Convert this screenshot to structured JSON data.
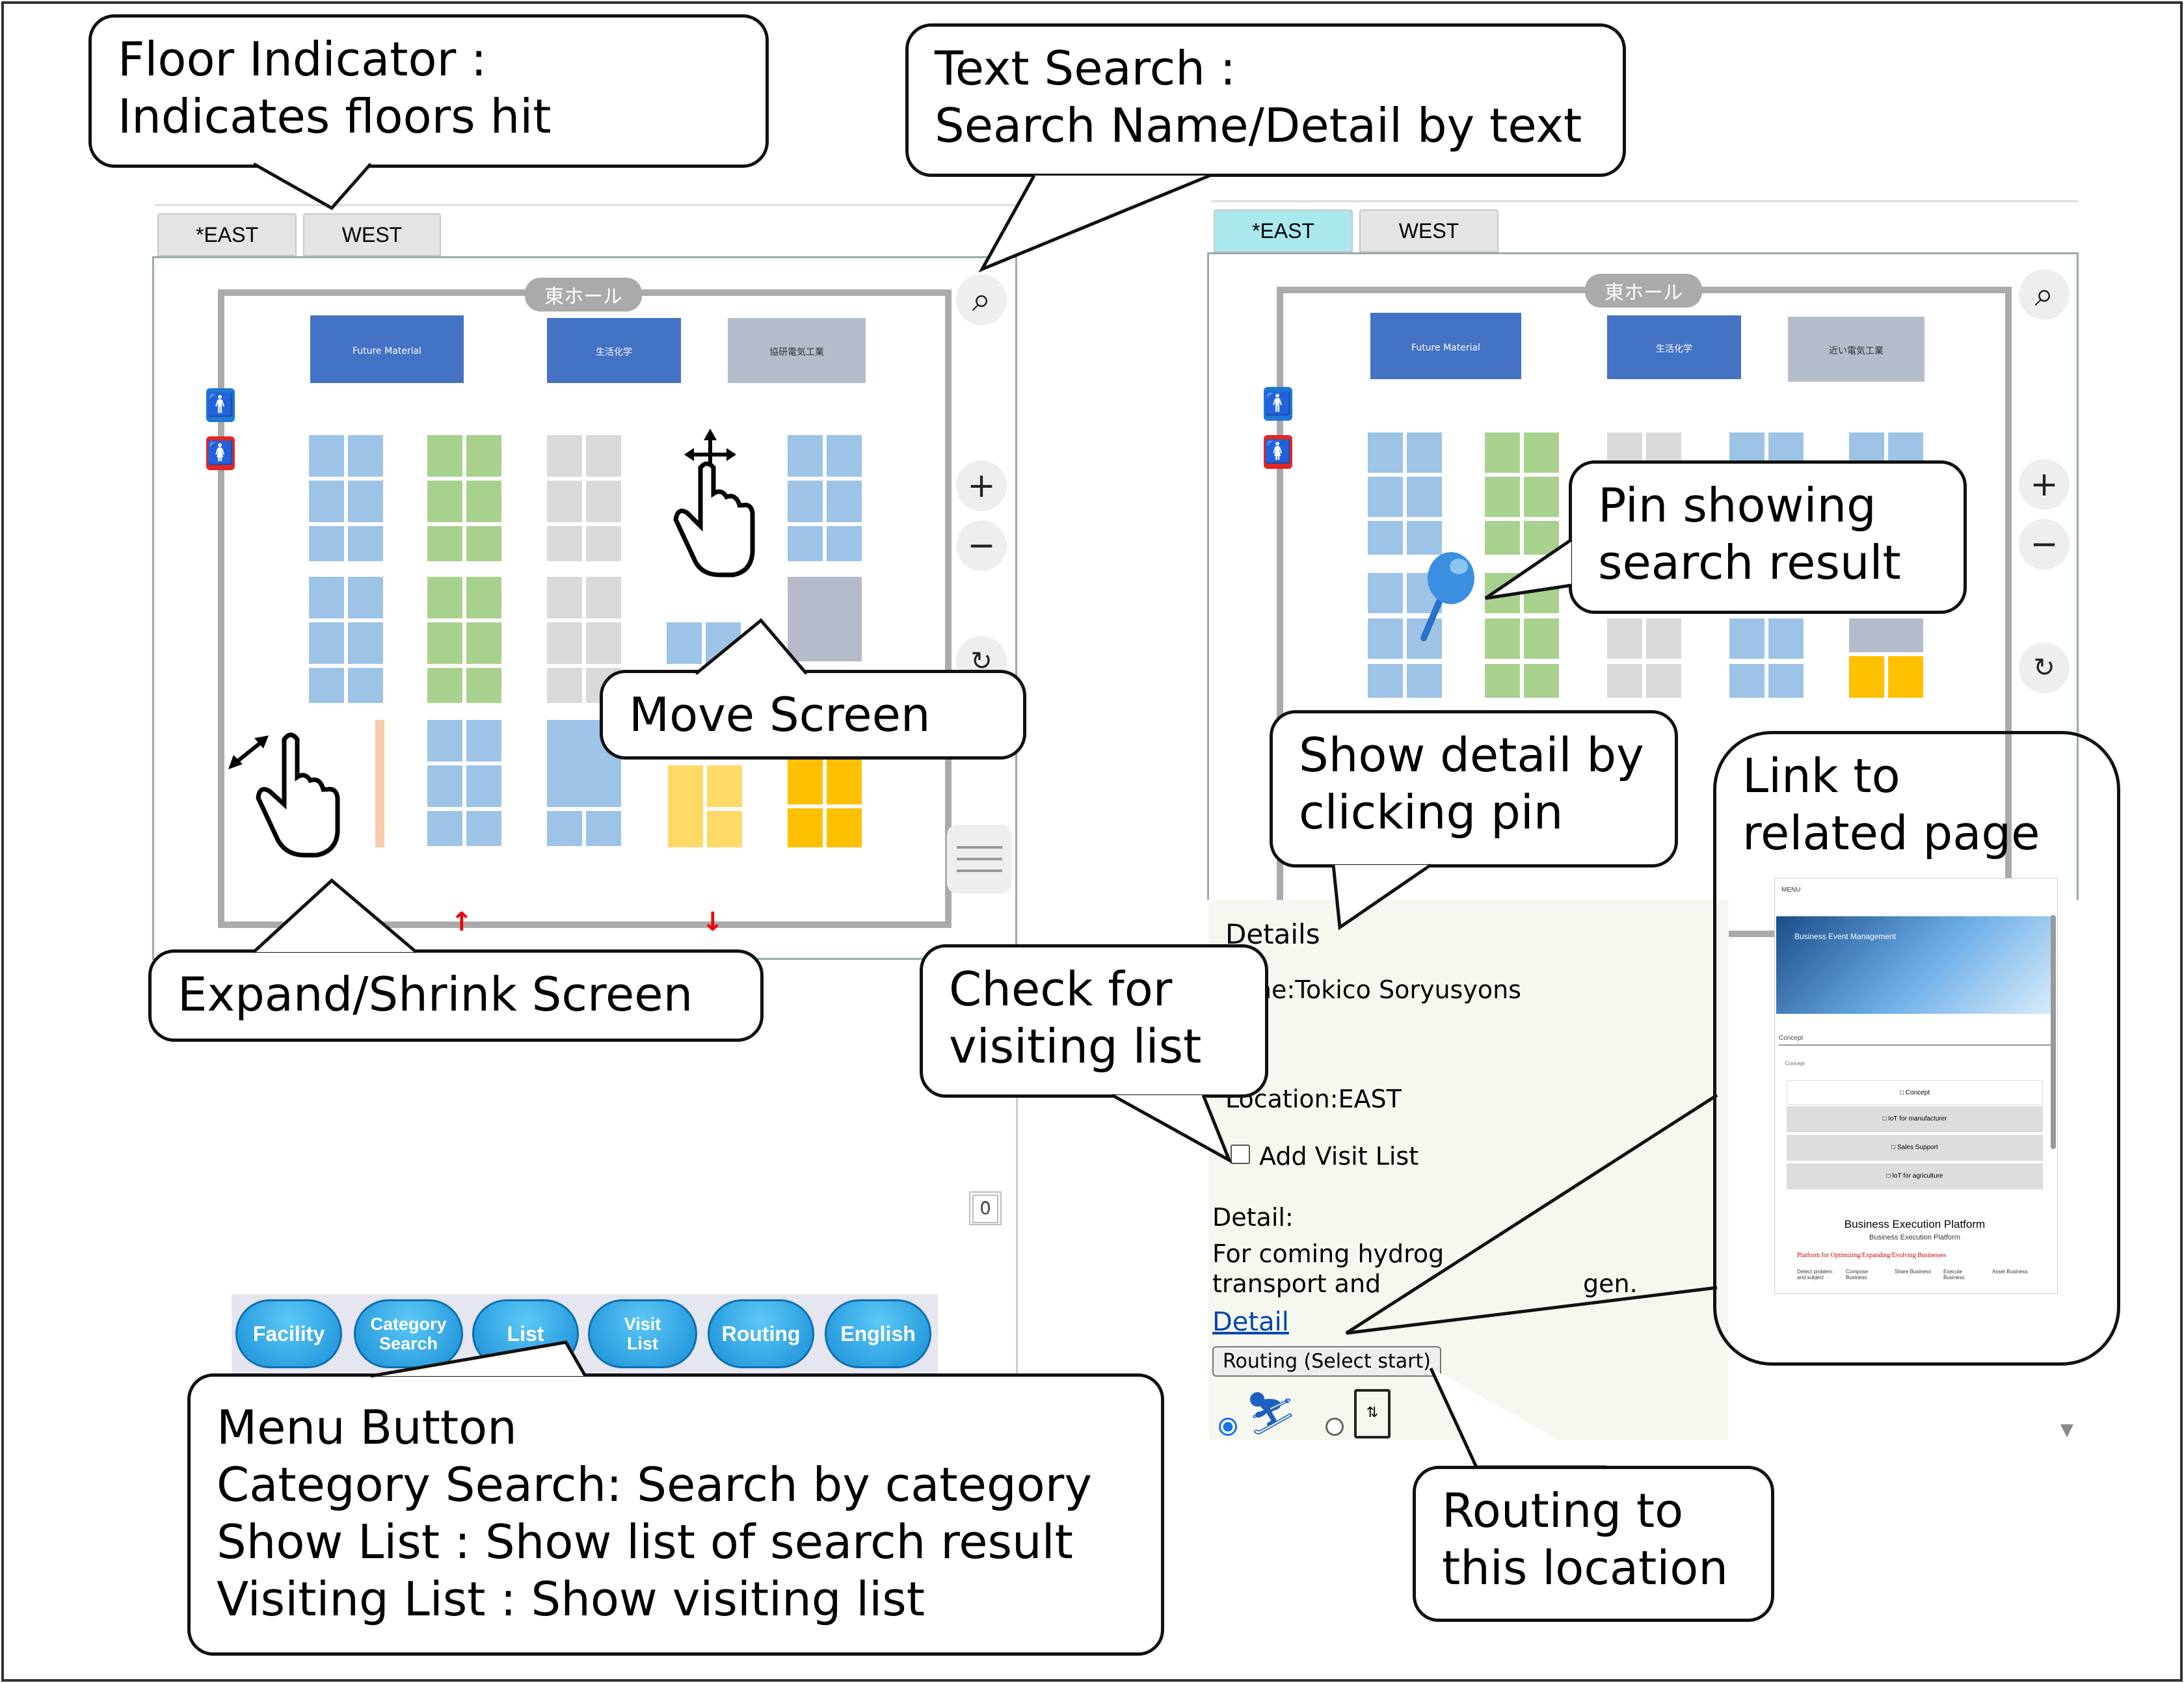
{
  "left_panel": {
    "tabs": [
      {
        "label": "*EAST",
        "active": false
      },
      {
        "label": "WEST",
        "active": false
      }
    ],
    "hall_label": "東ホール",
    "blocks_top": [
      "Future Material",
      "生活化学",
      "協研電気工業"
    ],
    "zoom_in": "+",
    "zoom_out": "−",
    "counter": "0"
  },
  "right_panel": {
    "tabs": [
      {
        "label": "*EAST",
        "active": true
      },
      {
        "label": "WEST",
        "active": false
      }
    ],
    "hall_label": "東ホール",
    "blocks_top": [
      "Future Material",
      "生活化学",
      "近い電気工業"
    ],
    "details": {
      "heading": "Details",
      "name": "me:Tokico Soryusyons",
      "location": "Location:EAST",
      "add_visit": "Add Visit List",
      "detail_label": "Detail:",
      "detail_line1": "For coming hydrog",
      "detail_line2": "transport and",
      "detail_line2_tail": "gen.",
      "detail_link": "Detail",
      "routing_button": "Routing (Select start)"
    },
    "mini_page": {
      "menu": "MENU",
      "banner": "Business Event Management",
      "concept_header": "Concept",
      "concept_sub": "Concept",
      "items": [
        "Concept",
        "IoT for manufacturer",
        "Sales Support",
        "IoT for agriculture"
      ],
      "bep_title": "Business Execution Platform",
      "bep_sub": "Business Execution Platform",
      "bep_tag": "Platform for Optimizing/Expanding/Evolving Businesses",
      "cols": [
        "Detect problem and subject",
        "Compose Business",
        "Share Business",
        "Execute Business",
        "Asset Business"
      ]
    }
  },
  "menu_buttons": [
    "Facility",
    "Category Search",
    "List",
    "Visit List",
    "Routing",
    "English"
  ],
  "callouts": {
    "floor_indicator": [
      "Floor Indicator :",
      "Indicates floors hit"
    ],
    "text_search": [
      "Text Search :",
      "Search Name/Detail by text"
    ],
    "move_screen": [
      "Move Screen"
    ],
    "expand_shrink": [
      "Expand/Shrink Screen"
    ],
    "pin_result": [
      "Pin showing",
      "search result"
    ],
    "show_detail": [
      "Show detail by",
      "clicking pin"
    ],
    "link_related": [
      "Link to",
      "related page"
    ],
    "check_visiting": [
      "Check for",
      "visiting list"
    ],
    "menu_button": [
      "Menu Button",
      "Category Search: Search by category",
      "Show List : Show list of search result",
      "Visiting List : Show visiting list"
    ],
    "routing": [
      "Routing to",
      "this location"
    ]
  },
  "colors": {
    "accent_tab": "#a9e9ee",
    "booth_blue": "#4472c4",
    "booth_green": "#a9d18e",
    "booth_lightblue": "#9dc3e6",
    "booth_gray": "#d9d9d9",
    "booth_yellow": "#ffc000",
    "menu_blue": "#1a8fd8"
  }
}
